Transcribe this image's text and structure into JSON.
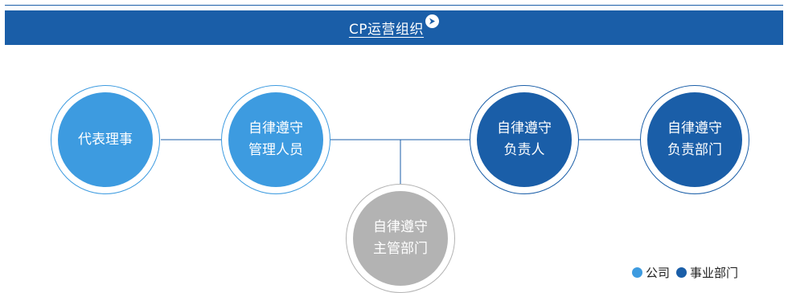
{
  "header": {
    "title": "CP运营组织"
  },
  "nodes": {
    "representative_director": {
      "line1": "代表理事"
    },
    "compliance_manager": {
      "line1": "自律遵守",
      "line2": "管理人员"
    },
    "compliance_officer": {
      "line1": "自律遵守",
      "line2": "负责人"
    },
    "compliance_department": {
      "line1": "自律遵守",
      "line2": "负责部门"
    },
    "compliance_supervising_department": {
      "line1": "自律遵守",
      "line2": "主管部门"
    }
  },
  "legend": {
    "company": {
      "label": "公司",
      "color": "#3d9be0"
    },
    "business_department": {
      "label": "事业部门",
      "color": "#1a5ea8"
    }
  },
  "colors": {
    "primary": "#1a5ea8",
    "light": "#3d9be0",
    "gray": "#b3b3b3"
  }
}
